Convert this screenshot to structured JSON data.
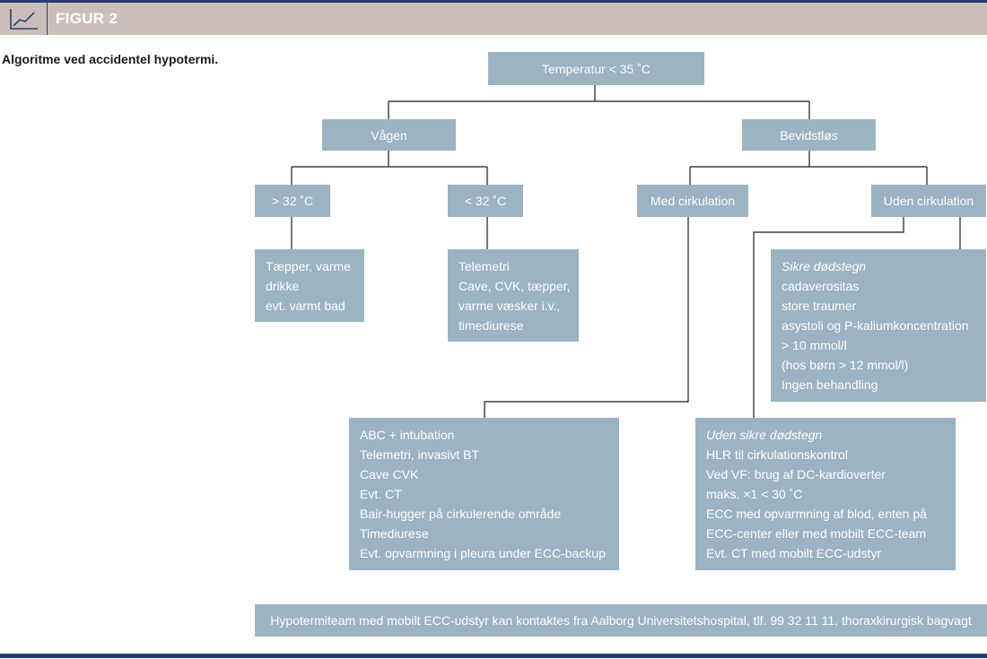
{
  "header": {
    "title": "FIGUR 2",
    "icon": "line-chart-icon"
  },
  "caption": "Algoritme ved accidentel hypotermi.",
  "nodes": {
    "root": "Temperatur < 35 ˚C",
    "awake": "Vågen",
    "unconscious": "Bevidstløs",
    "above32": "> 32 ˚C",
    "below32": "< 32 ˚C",
    "with_circ": "Med cirkulation",
    "without_circ": "Uden cirkulation"
  },
  "boxes": {
    "above32_treatment": [
      "Tæpper, varme",
      "drikke",
      "evt. varmt bad"
    ],
    "below32_treatment": [
      "Telemetri",
      "Cave, CVK, tæpper,",
      "varme væsker i.v.,",
      "timediurese"
    ],
    "sure_death": {
      "heading": "Sikre dødstegn",
      "lines": [
        "cadaverositas",
        "store traumer",
        "asystoli og P-kaliumkoncentration",
        "> 10 mmol/l",
        "(hos børn > 12 mmol/l)",
        "Ingen behandling"
      ]
    },
    "with_circ_treatment": [
      "ABC + intubation",
      "Telemetri, invasivt BT",
      "Cave CVK",
      "Evt. CT",
      "Bair-hugger på cirkulerende område",
      "Timediurese",
      "Evt. opvarmning i pleura under ECC-backup"
    ],
    "no_sure_death": {
      "heading": "Uden sikre dødstegn",
      "lines": [
        "HLR til cirkulationskontrol",
        "Ved VF: brug af DC-kardioverter",
        "maks. ×1 < 30 ˚C",
        "ECC med opvarmning af blod, enten på",
        "ECC-center eller med mobilt ECC-team",
        "Evt. CT med mobilt ECC-udstyr"
      ]
    }
  },
  "footer": "Hypotermiteam med mobilt ECC-udstyr kan kontaktes fra Aalborg Universitetshospital, tlf. 99 32 11 11, thoraxkirurgisk bagvagt",
  "colors": {
    "box": "#9bb3c2",
    "header": "#cbbfbb",
    "line": "#1a1a1a",
    "accent": "#1f3e75"
  }
}
